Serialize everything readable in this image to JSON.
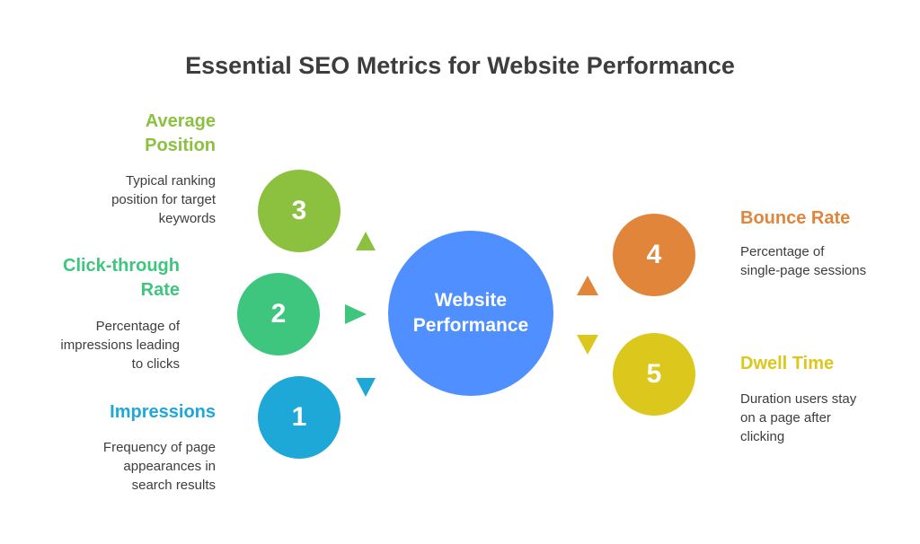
{
  "title": "Essential SEO Metrics for Website Performance",
  "center": {
    "line1": "Website",
    "line2": "Performance",
    "color": "#4f8fff"
  },
  "metrics": [
    {
      "number": "1",
      "heading": "Impressions",
      "description": [
        "Frequency of page",
        "appearances in",
        "search results"
      ],
      "color": "#1ea8d8"
    },
    {
      "number": "2",
      "heading_lines": [
        "Click-through",
        "Rate"
      ],
      "description": [
        "Percentage of",
        "impressions leading",
        "to clicks"
      ],
      "color": "#3ec57e"
    },
    {
      "number": "3",
      "heading_lines": [
        "Average",
        "Position"
      ],
      "description": [
        "Typical ranking",
        "position for target",
        "keywords"
      ],
      "color": "#8cc13f"
    },
    {
      "number": "4",
      "heading": "Bounce Rate",
      "description": [
        "Percentage of",
        "single-page sessions"
      ],
      "color": "#e0853a"
    },
    {
      "number": "5",
      "heading": "Dwell Time",
      "description": [
        "Duration users stay",
        "on a page after",
        "clicking"
      ],
      "color": "#dcc81c"
    }
  ]
}
